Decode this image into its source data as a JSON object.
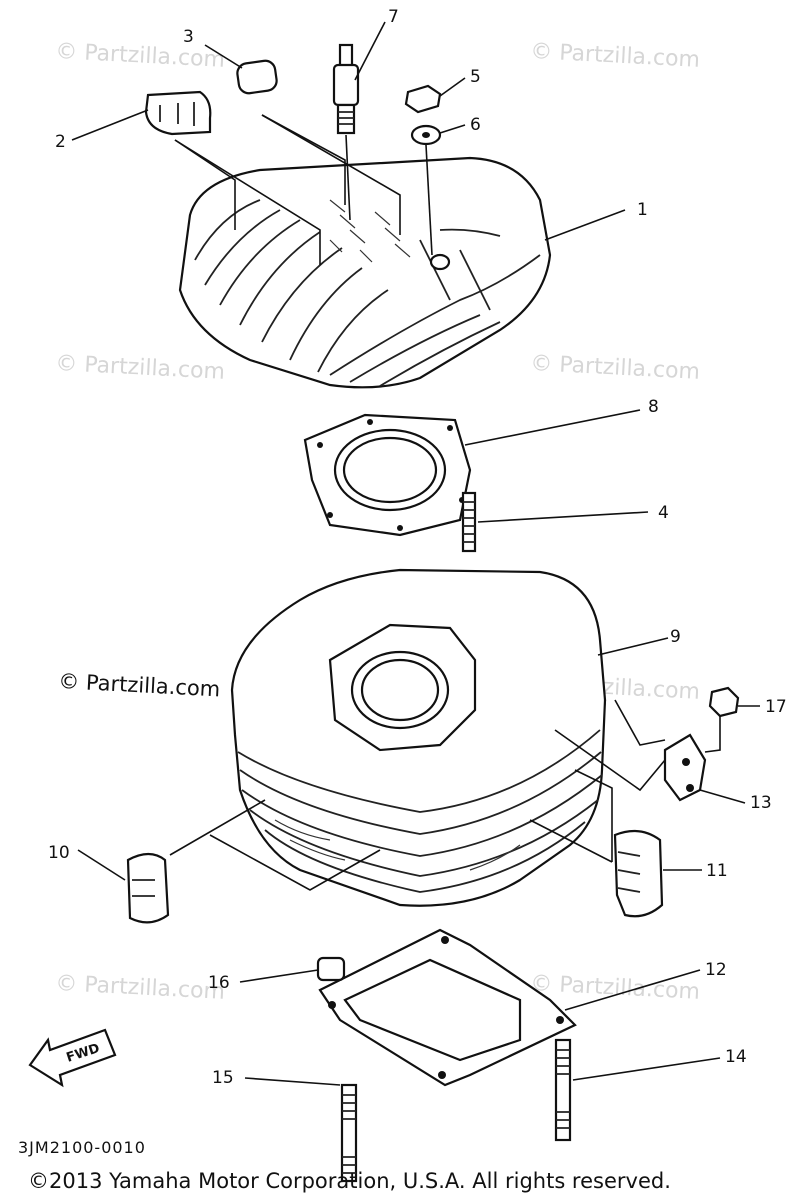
{
  "watermark": {
    "text": "© Partzilla.com",
    "color": "#d6d6d6"
  },
  "callouts": [
    "1",
    "2",
    "3",
    "4",
    "5",
    "6",
    "7",
    "8",
    "9",
    "10",
    "11",
    "12",
    "13",
    "14",
    "15",
    "16",
    "17"
  ],
  "fwd_label": "FWD",
  "diagram_code": "3JM2100-0010",
  "copyright": "©2013  Yamaha Motor Corporation, U.S.A. All rights reserved."
}
